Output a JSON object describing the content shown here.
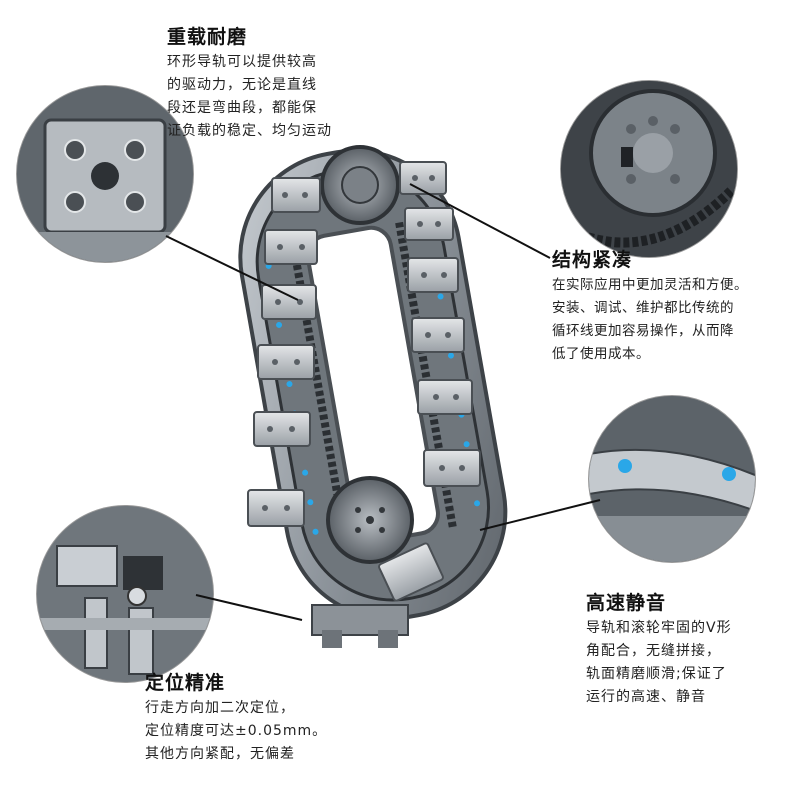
{
  "features": {
    "heavy_duty": {
      "title": "重载耐磨",
      "lines": [
        "环形导轨可以提供较高",
        "的驱动力，无论是直线",
        "段还是弯曲段，都能保",
        "证负载的稳定、均匀运动"
      ]
    },
    "compact": {
      "title": "结构紧凑",
      "lines": [
        "在实际应用中更加灵活和方便。",
        "安装、调试、维护都比传统的",
        "循环线更加容易操作，从而降",
        "低了使用成本。"
      ]
    },
    "silent": {
      "title": "高速静音",
      "lines": [
        "导轨和滚轮牢固的V形",
        "角配合，无缝拼接，",
        "轨面精磨顺滑;保证了",
        "运行的高速、静音"
      ]
    },
    "positioning": {
      "title": "定位精准",
      "lines": [
        "行走方向加二次定位，",
        "定位精度可达±0.05mm。",
        "其他方向紧配，无偏差"
      ]
    }
  },
  "colors": {
    "metal": "#8e959c",
    "dark_metal": "#3d4247",
    "blue_dot": "#2aa7e8",
    "leader_line": "#111111"
  }
}
